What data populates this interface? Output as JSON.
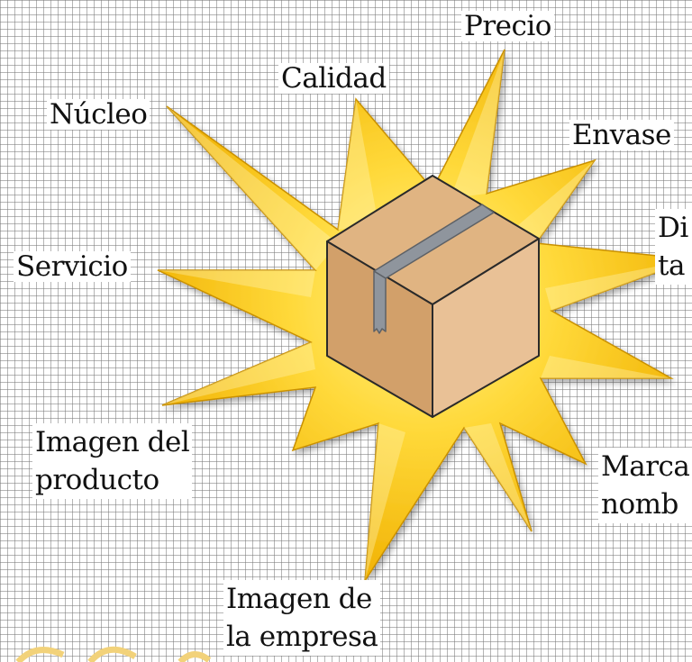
{
  "labels": {
    "precio": "Precio",
    "calidad": "Calidad",
    "nucleo": "Núcleo",
    "envase": "Envase",
    "diseno": "Di\nta",
    "servicio": "Servicio",
    "imagen_producto": "Imagen del\nproducto",
    "marca": "Marca\nnomb",
    "imagen_empresa": "Imagen de\nla empresa"
  },
  "colors": {
    "star_outer": "#F2B800",
    "star_inner": "#FFE55C",
    "star_stroke": "#D49A00",
    "box_top": "#E2B887",
    "box_left": "#D4A66F",
    "box_right": "#E8BF92",
    "tape": "#8E949C",
    "background": "#ffffff",
    "grid": "#8a8a8a"
  },
  "center_item": "cardboard-box-icon"
}
